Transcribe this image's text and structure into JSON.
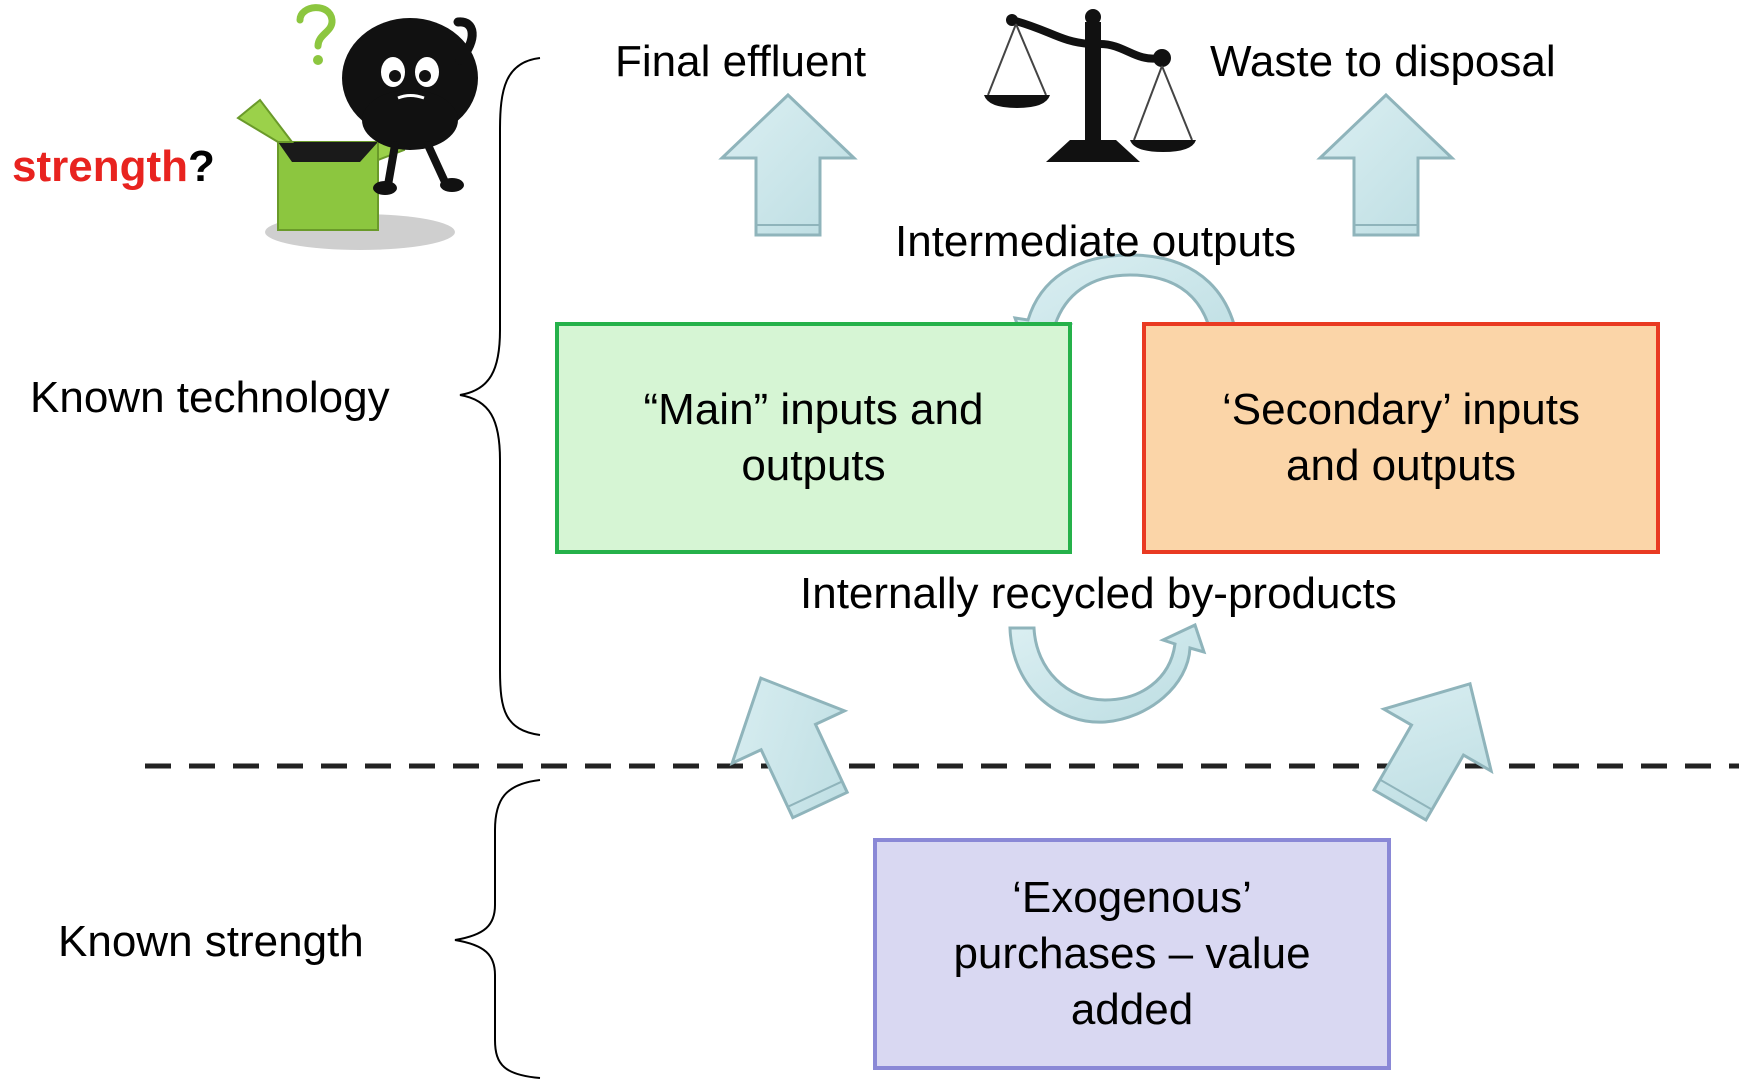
{
  "labels": {
    "final_effluent": "Final effluent",
    "waste_to_disposal": "Waste to disposal",
    "intermediate_outputs": "Intermediate outputs",
    "internally_recycled": "Internally recycled by-products",
    "known_technology": "Known technology",
    "known_strength": "Known strength"
  },
  "question": {
    "word": "strength",
    "mark": "?",
    "word_color": "#e8231f"
  },
  "boxes": {
    "main": {
      "line1": "“Main” inputs and",
      "line2": "outputs",
      "fill": "#d6f5d4",
      "border": "#25b14a"
    },
    "secondary": {
      "line1": "‘Secondary’ inputs",
      "line2": "and outputs",
      "fill": "#fbd5a8",
      "border": "#e93a22"
    },
    "exogenous": {
      "line1": "‘Exogenous’",
      "line2": "purchases – value",
      "line3": "added",
      "fill": "#d9d8f2",
      "border": "#8a88d6"
    }
  },
  "colors": {
    "arrow_fill": "#cfe8ec",
    "arrow_stroke": "#8fb4bb",
    "dashed_line": "#222222",
    "character": "#111111",
    "box_green": "#8cc63f"
  },
  "icons": [
    "balance-scale-icon",
    "thinking-character-icon",
    "open-box-icon",
    "question-mark-icon"
  ]
}
